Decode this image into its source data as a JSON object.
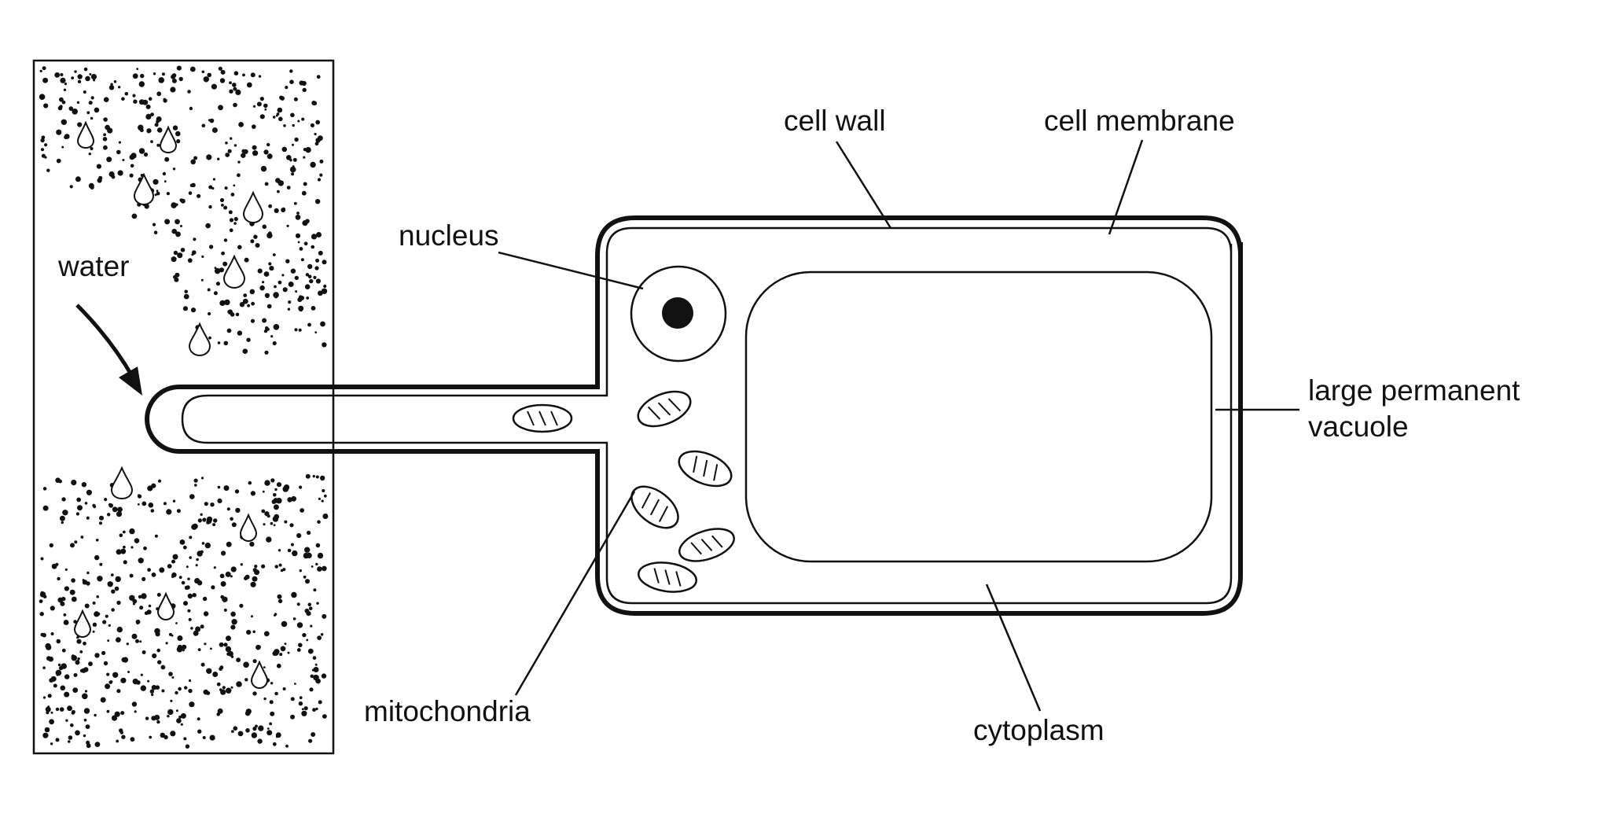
{
  "labels": {
    "water": "water",
    "nucleus": "nucleus",
    "cell_wall": "cell wall",
    "cell_membrane": "cell membrane",
    "vacuole_line1": "large permanent",
    "vacuole_line2": "vacuole",
    "mitochondria": "mitochondria",
    "cytoplasm": "cytoplasm"
  },
  "colors": {
    "ink": "#111111",
    "background": "#ffffff"
  }
}
